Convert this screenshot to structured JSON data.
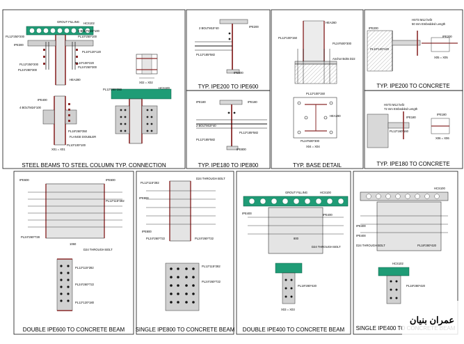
{
  "panels": {
    "steel_column": {
      "caption": "STEEL BEAMS TO STEEL COLUMN TYP. CONNECTION",
      "labels": [
        "GROUT FILLING",
        "HCS102",
        "PL12*250*200",
        "IPE300",
        "PL24*280*300",
        "8 BOLTM24*100",
        "PL10*250*100",
        "PL10*120*120",
        "PL10*100*220",
        "PL12*250*200",
        "PL24*250*300",
        "HEA280",
        "IPE400",
        "4 BOLTM24*100",
        "PL18*260*350",
        "FLANGE DOUBLER",
        "PL12*260*350",
        "HCS100",
        "PL10*100*100",
        "X01 = X01",
        "X02 = X02"
      ]
    },
    "ipe200": {
      "caption": "TYP. IPE200 TO IPE600",
      "labels": [
        "2 BOLTM10*40",
        "IPE200",
        "PL12*185*582",
        "IPE600"
      ]
    },
    "ipe180": {
      "caption": "TYP. IPE180 TO IPE800",
      "labels": [
        "IPE180",
        "IPE180",
        "2 BOLTM10*40",
        "PL12*185*582",
        "PL12*185*582",
        "IPE800"
      ]
    },
    "base": {
      "caption": "TYP. BASE DETAIL",
      "labels": [
        "HEA260",
        "PL12*100*150",
        "PL24*500*300",
        "Anchor Bolts D22",
        "PL12*100*150",
        "HEA280",
        "PL24*500*300",
        "X04 = X04"
      ]
    },
    "ipe200_concrete": {
      "caption": "TYP. IPE200 TO CONCRETE",
      "labels": [
        "HST3 M12 hef2",
        "50 mm Embedded Length",
        "IPE200",
        "PL10*120*120",
        "IPE200",
        "X05 = X05"
      ]
    },
    "ipe180_concrete": {
      "caption": "TYP. IPE180 TO CONCRETE",
      "labels": [
        "HST3 M12 hef2",
        "72 mm Embedded Length",
        "IPE180",
        "PL12*160*160",
        "IPE180",
        "X06 = X06"
      ]
    },
    "double_ipe600": {
      "caption": "DOUBLE IPE600 TO CONCRETE BEAM",
      "labels": [
        "IPE600",
        "IPE600",
        "PL12*115*282",
        "PL24*260*728",
        "D24 THROUGH BOLT",
        "1060",
        "PL12*115*282",
        "PL24*260*722",
        "PL12*120*180"
      ]
    },
    "single_ipe800": {
      "caption": "SINGLE IPE800 TO CONCRETE BEAM",
      "labels": [
        "PL12*115*282",
        "IPE800",
        "D24 THROUGH BOLT",
        "IPE800",
        "PL24*260*722",
        "PL24*260*722",
        "PL12*115*282",
        "PL24*260*722"
      ]
    },
    "double_ipe400": {
      "caption": "DOUBLE IPE400 TO CONCRETE BEAM",
      "labels": [
        "GROUT FILLING",
        "HCS100",
        "IPE400",
        "IPE400",
        "D24 THROUGH BOLT",
        "800",
        "PL18*280*420",
        "X03 = X03"
      ]
    },
    "single_ipe400": {
      "caption": "SINGLE IPE400 TO CONCRETE BEAM",
      "labels": [
        "HCS100",
        "IPE400",
        "IPE400",
        "D24 THROUGH BOLT",
        "PL18*280*420",
        "HCS102",
        "PL18*280*420"
      ]
    }
  },
  "watermark": {
    "text": "عمران بنیان",
    "color": "#d4d4d4"
  },
  "colors": {
    "slab": "#1f9c76",
    "beam": "#8a2a2a",
    "plate": "#d8d8d8",
    "line": "#222222"
  }
}
